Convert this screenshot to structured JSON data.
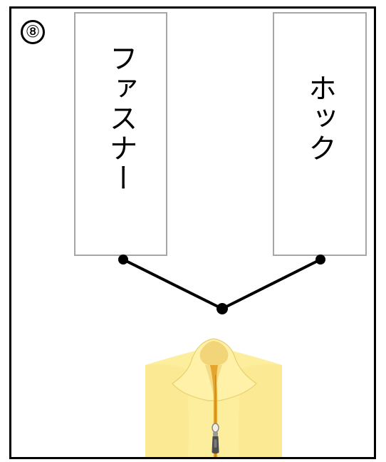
{
  "question": {
    "number": "⑧"
  },
  "cards": [
    {
      "word": "ファスナー"
    },
    {
      "word": "ホック"
    }
  ],
  "picture": {
    "icon": "jacket-with-zipper-icon"
  },
  "colors": {
    "frame": "#000000",
    "card_border": "#a6a6a6",
    "connector": "#000000",
    "jacket_fill": "#fdee9e",
    "jacket_shadow": "#f2d479",
    "zipper_tape": "#e3a52b"
  }
}
